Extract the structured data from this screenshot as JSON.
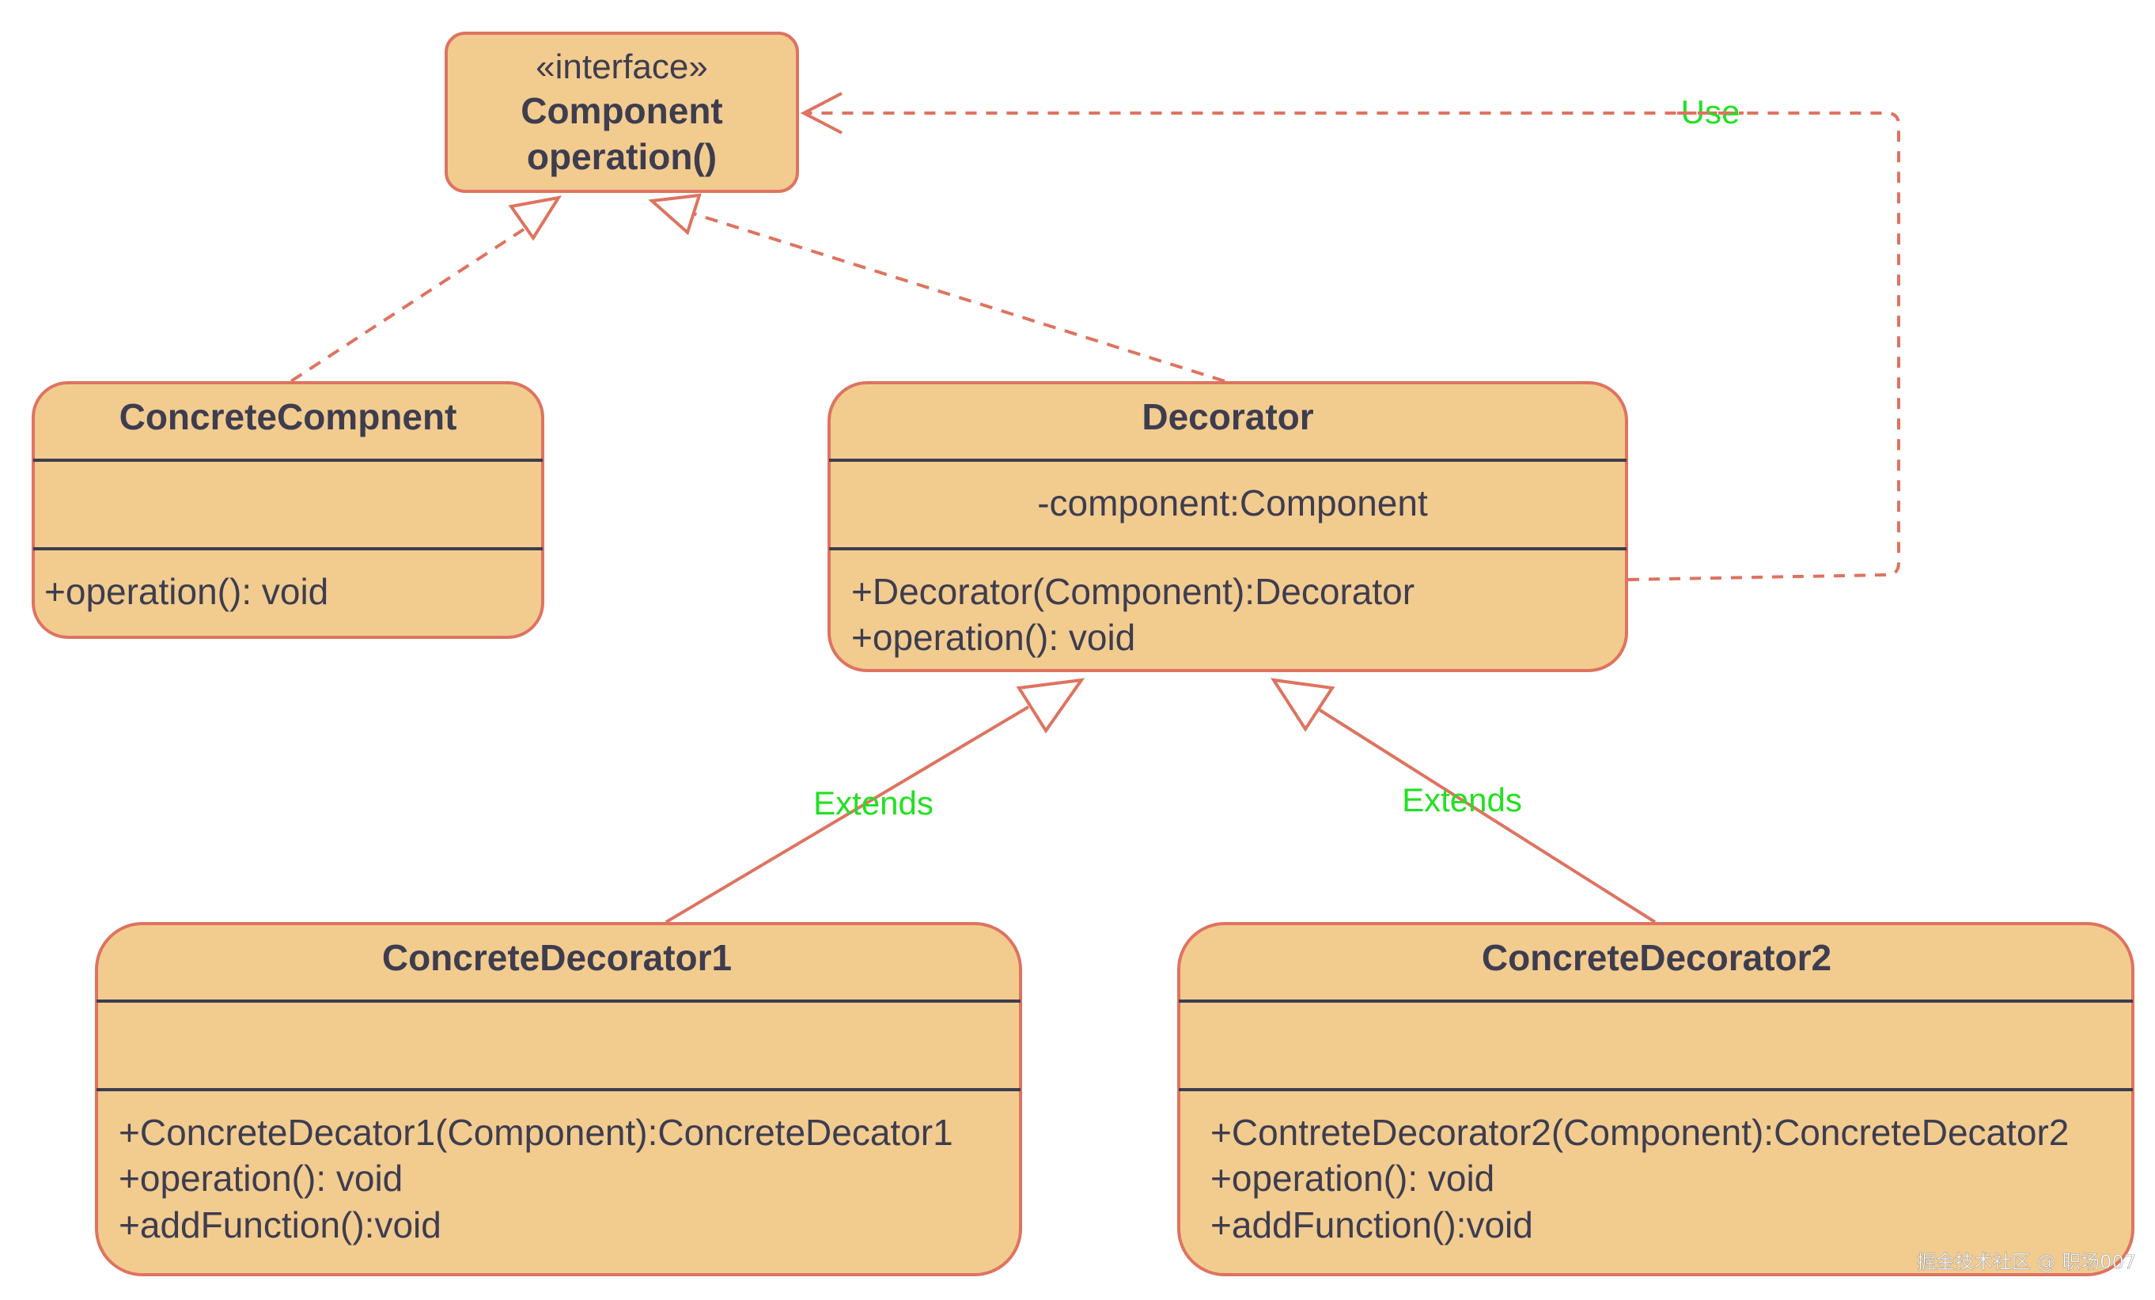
{
  "diagram": {
    "colors": {
      "box_fill": "#f2cb8f",
      "box_stroke": "#de7360",
      "divider": "#3d3d4f",
      "text": "#3d3d4f",
      "label": "#22e022"
    },
    "classes": {
      "component": {
        "stereotype": "«interface»",
        "name": "Component",
        "operation": "operation()"
      },
      "concrete_component": {
        "name": "ConcreteCompnent",
        "attributes": "",
        "methods": [
          "+operation(): void"
        ]
      },
      "decorator": {
        "name": "Decorator",
        "attributes": "-component:Component",
        "methods": [
          "+Decorator(Component):Decorator",
          "+operation(): void"
        ]
      },
      "concrete_decorator1": {
        "name": "ConcreteDecorator1",
        "attributes": "",
        "methods": [
          "+ConcreteDecator1(Component):ConcreteDecator1",
          "+operation(): void",
          "+addFunction():void"
        ]
      },
      "concrete_decorator2": {
        "name": "ConcreteDecorator2",
        "attributes": "",
        "methods": [
          "+ContreteDecorator2(Component):ConcreteDecator2",
          "+operation(): void",
          "+addFunction():void"
        ]
      }
    },
    "relations": {
      "use_label": "Use",
      "extends1_label": "Extends",
      "extends2_label": "Extends"
    },
    "watermark": "掘金技术社区 @ 职场007"
  }
}
